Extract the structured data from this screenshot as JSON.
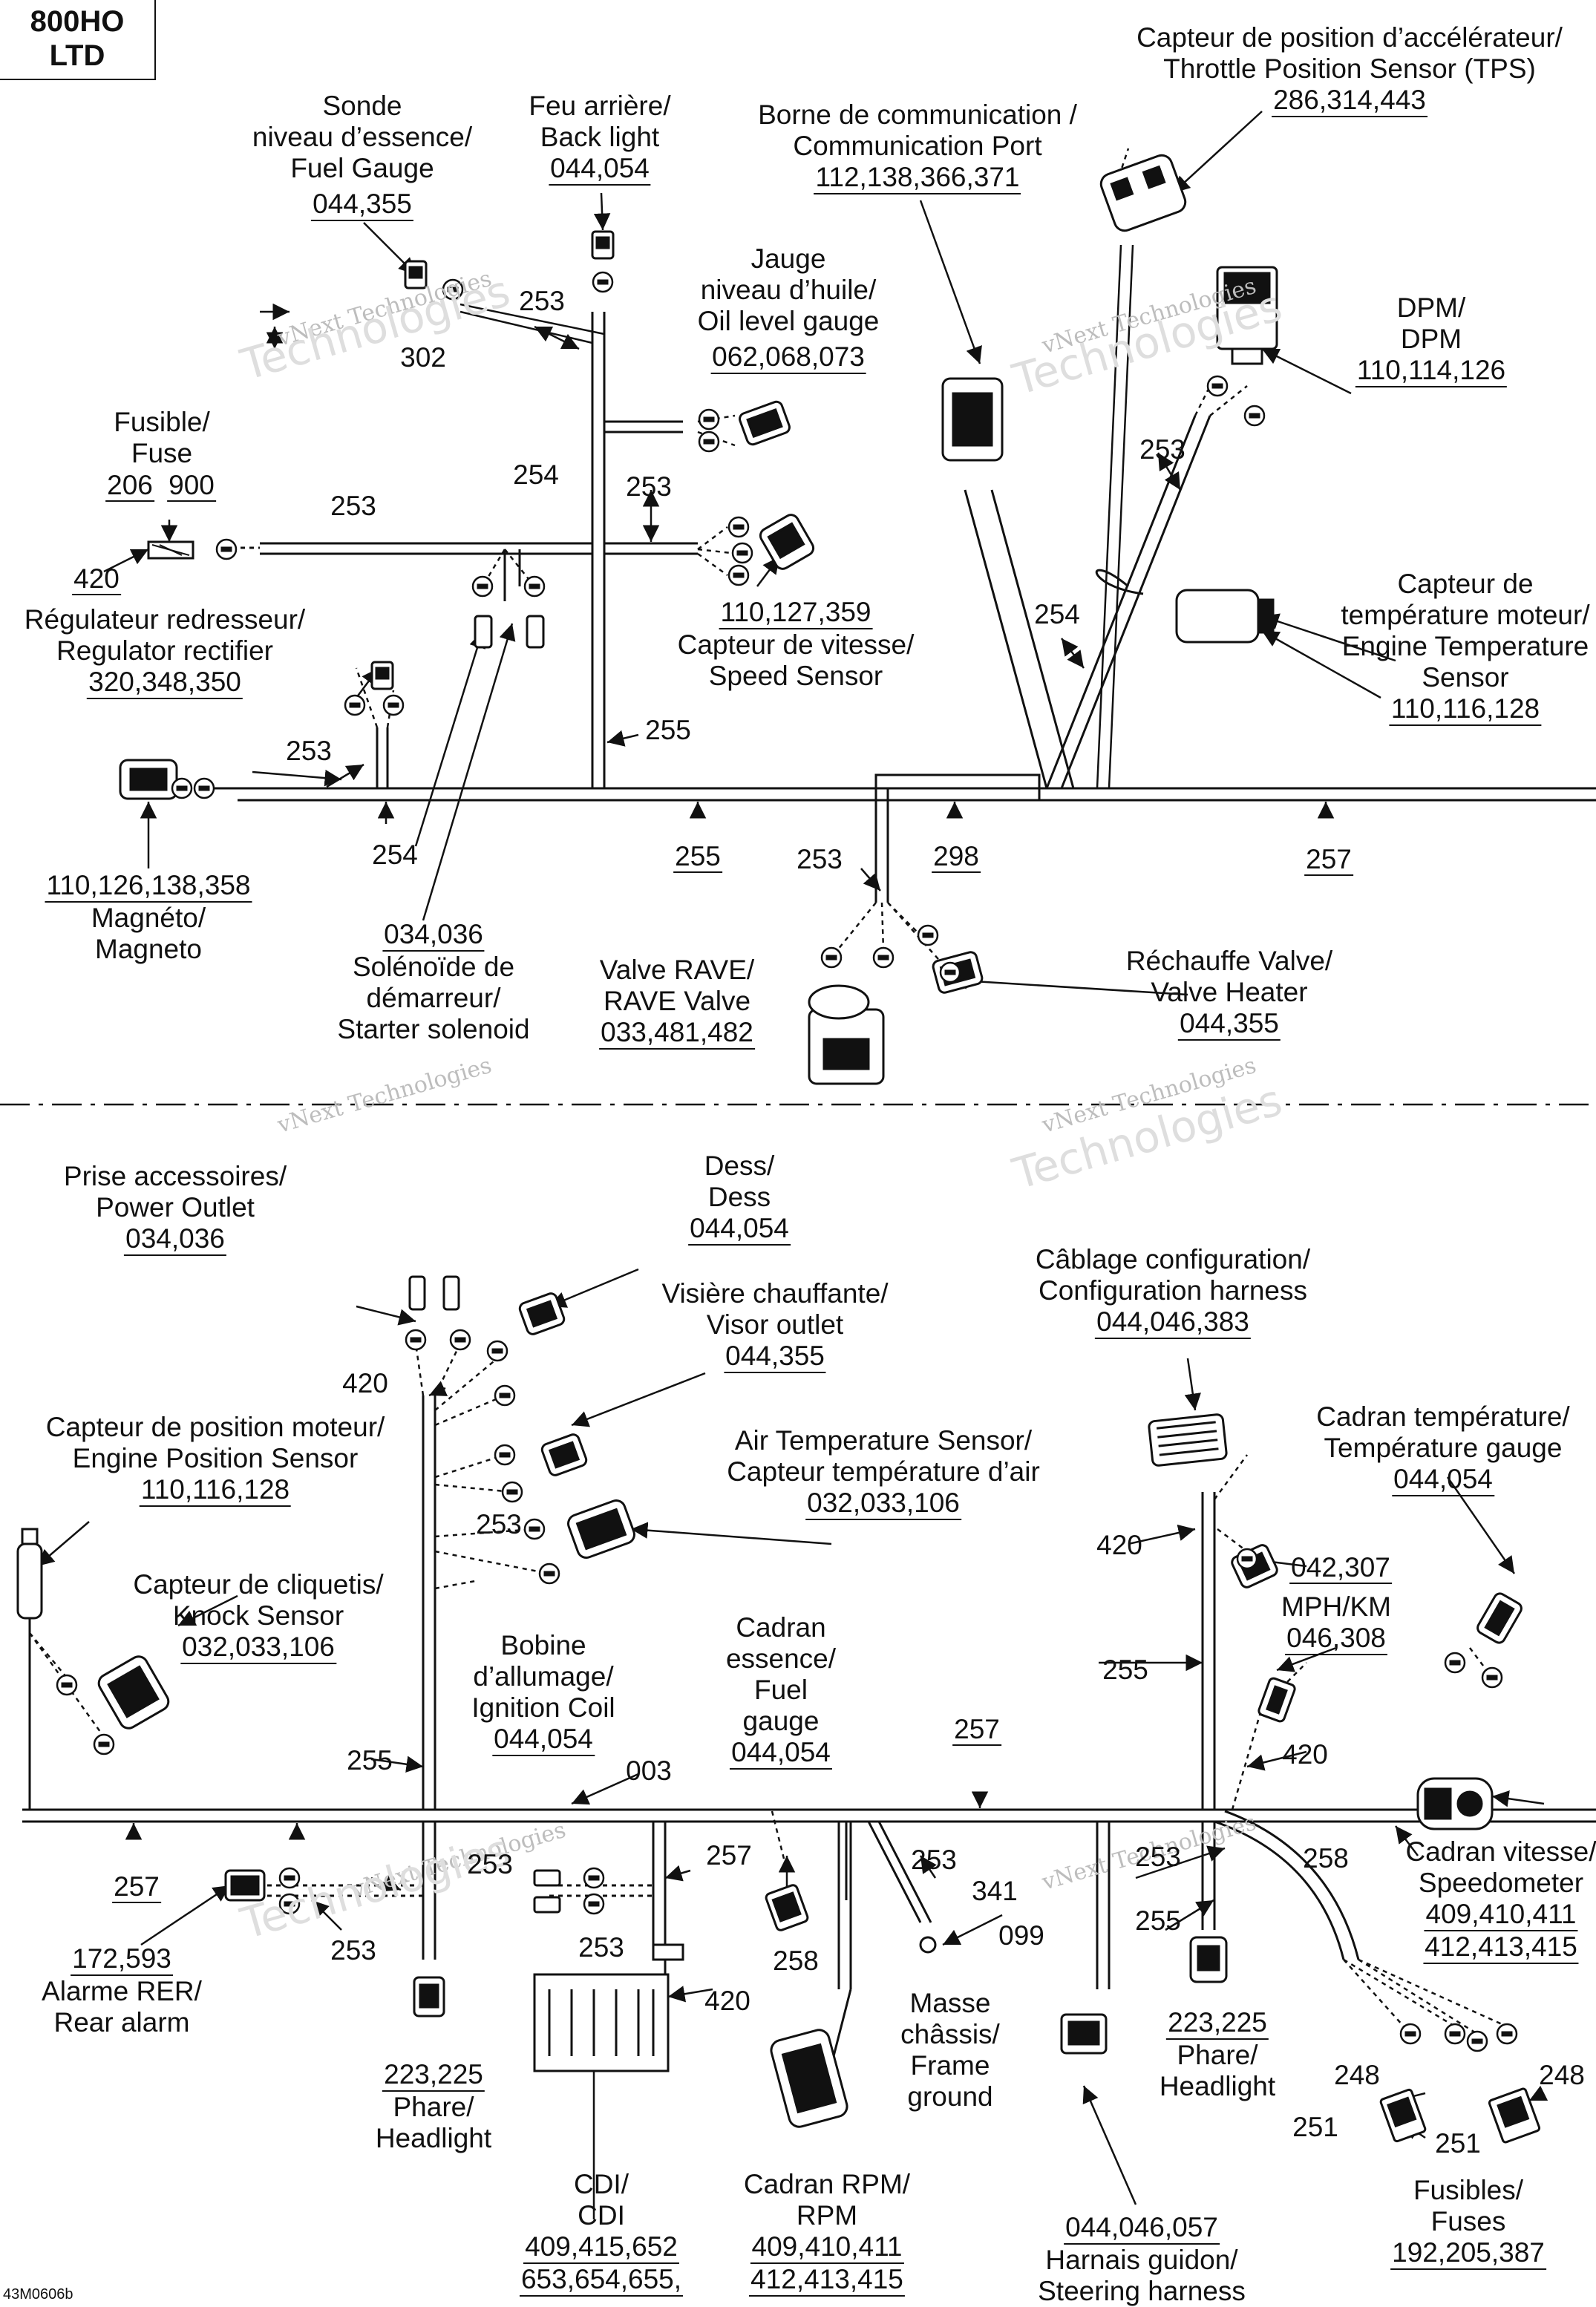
{
  "header": {
    "model_line1": "800HO",
    "model_line2": "LTD"
  },
  "document_id": "43M0606b",
  "watermark": {
    "line1": "vNext",
    "line2": "Technologies",
    "line3": "vNext Technologies"
  },
  "components": {
    "tps": {
      "fr": "Capteur de position d’accélérateur/",
      "en": "Throttle Position Sensor (TPS)",
      "parts": "286,314,443"
    },
    "fuel_level": {
      "fr1": "Sonde",
      "fr2": "niveau d’essence/",
      "en": "Fuel Gauge",
      "parts": "044,355"
    },
    "back_light": {
      "fr": "Feu arrière/",
      "en": "Back light",
      "parts": "044,054"
    },
    "comm_port": {
      "fr": "Borne de communication /",
      "en": "Communication Port",
      "parts": "112,138,366,371"
    },
    "oil_level": {
      "fr1": "Jauge",
      "fr2": "niveau d’huile/",
      "en": "Oil level gauge",
      "parts": "062,068,073"
    },
    "dpm": {
      "fr": "DPM/",
      "en": "DPM",
      "parts": "110,114,126"
    },
    "fuse": {
      "fr": "Fusible/",
      "en": "Fuse",
      "part_a": "206",
      "part_b": "900",
      "part_c": "420"
    },
    "regulator": {
      "fr": "Régulateur redresseur/",
      "en": "Regulator rectifier",
      "parts": "320,348,350"
    },
    "speed_sensor": {
      "parts": "110,127,359",
      "fr": "Capteur de vitesse/",
      "en": "Speed Sensor"
    },
    "engine_temp": {
      "fr1": "Capteur de",
      "fr2": "température moteur/",
      "en1": "Engine Temperature",
      "en2": "Sensor",
      "parts": "110,116,128"
    },
    "magneto": {
      "parts": "110,126,138,358",
      "fr": "Magnéto/",
      "en": "Magneto"
    },
    "starter_solenoid": {
      "parts": "034,036",
      "fr1": "Solénoïde de",
      "fr2": "démarreur/",
      "en": "Starter solenoid"
    },
    "rave_valve": {
      "fr": "Valve RAVE/",
      "en": "RAVE Valve",
      "parts": "033,481,482"
    },
    "valve_heater": {
      "fr": "Réchauffe Valve/",
      "en": "Valve Heater",
      "parts": "044,355"
    },
    "power_outlet": {
      "fr": "Prise accessoires/",
      "en": "Power Outlet",
      "parts": "034,036"
    },
    "dess": {
      "fr": "Dess/",
      "en": "Dess",
      "parts": "044,054"
    },
    "visor_outlet": {
      "fr": "Visière chauffante/",
      "en": "Visor outlet",
      "parts": "044,355"
    },
    "config_harness": {
      "fr": "Câblage configuration/",
      "en": "Configuration harness",
      "parts": "044,046,383"
    },
    "temp_gauge": {
      "fr": "Cadran température/",
      "en": "Température gauge",
      "parts": "044,054"
    },
    "engine_position": {
      "fr": "Capteur de position moteur/",
      "en": "Engine Position Sensor",
      "parts": "110,116,128"
    },
    "air_temp": {
      "en": "Air Temperature Sensor/",
      "fr": "Capteur température d’air",
      "parts": "032,033,106"
    },
    "knock_sensor": {
      "fr": "Capteur de cliquetis/",
      "en": "Knock Sensor",
      "parts": "032,033,106"
    },
    "ignition_coil": {
      "fr1": "Bobine",
      "fr2": "d’allumage/",
      "en": "Ignition Coil",
      "parts": "044,054"
    },
    "fuel_gauge": {
      "fr1": "Cadran",
      "fr2": "essence/",
      "en1": "Fuel",
      "en2": "gauge",
      "parts": "044,054"
    },
    "mph_km": {
      "label": "MPH/KM",
      "parts": "046,308",
      "extra": "042,307"
    },
    "speedometer": {
      "fr": "Cadran vitesse/",
      "en": "Speedometer",
      "parts1": "409,410,411",
      "parts2": "412,413,415"
    },
    "rear_alarm": {
      "parts": "172,593",
      "fr": "Alarme RER/",
      "en": "Rear alarm"
    },
    "headlight_left": {
      "parts": "223,225",
      "fr": "Phare/",
      "en": "Headlight"
    },
    "cdi": {
      "fr": "CDI/",
      "en": "CDI",
      "parts1": "409,415,652",
      "parts2": "653,654,655,"
    },
    "rpm": {
      "fr": "Cadran RPM/",
      "en": "RPM",
      "parts1": "409,410,411",
      "parts2": "412,413,415"
    },
    "frame_ground": {
      "fr1": "Masse",
      "fr2": "châssis/",
      "en1": "Frame",
      "en2": "ground"
    },
    "steering_harness": {
      "parts": "044,046,057",
      "fr": "Harnais guidon/",
      "en": "Steering harness"
    },
    "headlight_right": {
      "parts": "223,225",
      "fr": "Phare/",
      "en": "Headlight"
    },
    "fuses": {
      "fr": "Fusibles/",
      "en": "Fuses",
      "parts": "192,205,387"
    }
  },
  "callouts": {
    "c253a": "253",
    "c302": "302",
    "c254a": "254",
    "c253b": "253",
    "c253c": "253",
    "c253d": "253",
    "c254b": "254",
    "c255a": "255",
    "c253e": "253",
    "c254c": "254",
    "c255b": "255",
    "c253f": "253",
    "c298": "298",
    "c257a": "257",
    "c420a": "420",
    "c253g": "253",
    "c420b": "420",
    "c255c": "255",
    "c255d": "255",
    "c003": "003",
    "c257b": "257",
    "c420c": "420",
    "c257c": "257",
    "c253h": "253",
    "c253i": "253",
    "c253j": "253",
    "c253k": "253",
    "c341": "341",
    "c099": "099",
    "c420d": "420",
    "c258a": "258",
    "c253l": "253",
    "c258b": "258",
    "c255e": "255",
    "c257d": "257",
    "c248a": "248",
    "c248b": "248",
    "c251a": "251",
    "c251b": "251"
  }
}
